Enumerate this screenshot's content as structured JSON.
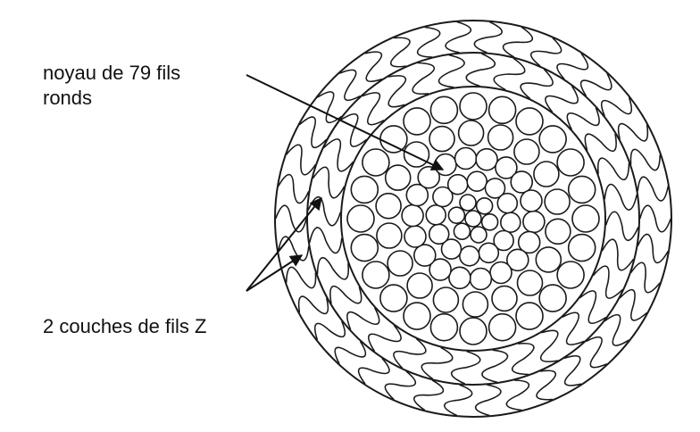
{
  "labels": {
    "core_line1": "noyau de 79 fils",
    "core_line2": "ronds",
    "layers": "2 couches de fils Z"
  },
  "colors": {
    "stroke": "#1a1a1a",
    "background": "#ffffff",
    "text": "#111111"
  },
  "cable": {
    "core_round_wires": 79,
    "z_wire_layers": 2
  }
}
